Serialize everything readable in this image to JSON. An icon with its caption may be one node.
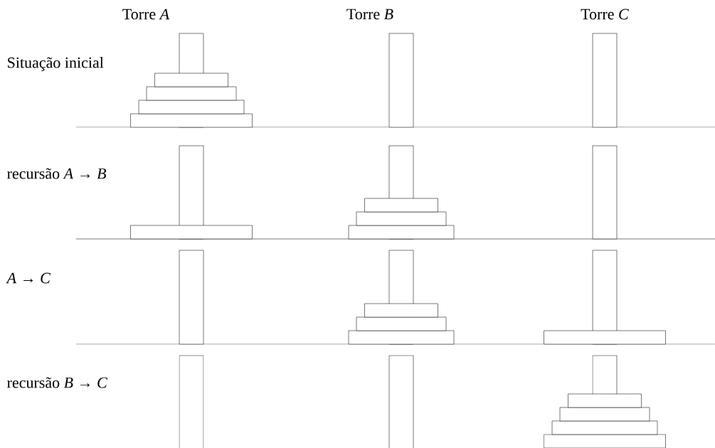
{
  "diagram": {
    "labels": [
      "Torre *A*",
      "Torre *B*",
      "Torre *C*",
      "Situação inicial",
      "recursão *A* → *B*",
      "*A* → *C*",
      "recursão *B* → *C*"
    ]
  }
}
